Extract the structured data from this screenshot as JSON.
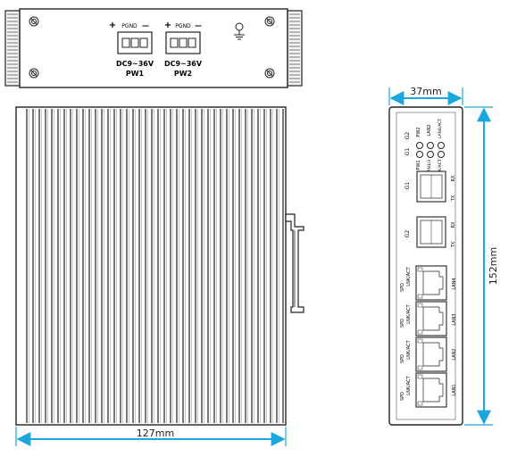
{
  "top_view": {
    "polarity_1": "+",
    "pgnd_1": "PGND",
    "minus_1": "—",
    "polarity_2": "+",
    "pgnd_2": "PGND",
    "minus_2": "—",
    "voltage_1": "DC9~36V",
    "label_1": "PW1",
    "voltage_2": "DC9~36V",
    "label_2": "PW2",
    "ground_icon": "ground-screw-icon"
  },
  "dimensions": {
    "width": "127mm",
    "depth": "37mm",
    "height": "152mm",
    "arrow_color": "#1aa7e0"
  },
  "front_panel": {
    "led_top_labels": [
      "G2",
      "PW2",
      "LAN2",
      "LAN4/ACT"
    ],
    "led_bottom_labels": [
      "G1",
      "PW1",
      "LAN1/3",
      "LNK/ACT"
    ],
    "sfp_ports": [
      {
        "name": "G1",
        "rx": "RX",
        "tx": "TX"
      },
      {
        "name": "G2",
        "rx": "RX",
        "tx": "TX"
      }
    ],
    "lan_ports": [
      {
        "name": "LAN4",
        "lnk": "LNK/ACT",
        "spd": "SPD"
      },
      {
        "name": "LAN3",
        "lnk": "LNK/ACT",
        "spd": "SPD"
      },
      {
        "name": "LAN2",
        "lnk": "LNK/ACT",
        "spd": "SPD"
      },
      {
        "name": "LAN1",
        "lnk": "LNK/ACT",
        "spd": "SPD"
      }
    ]
  }
}
